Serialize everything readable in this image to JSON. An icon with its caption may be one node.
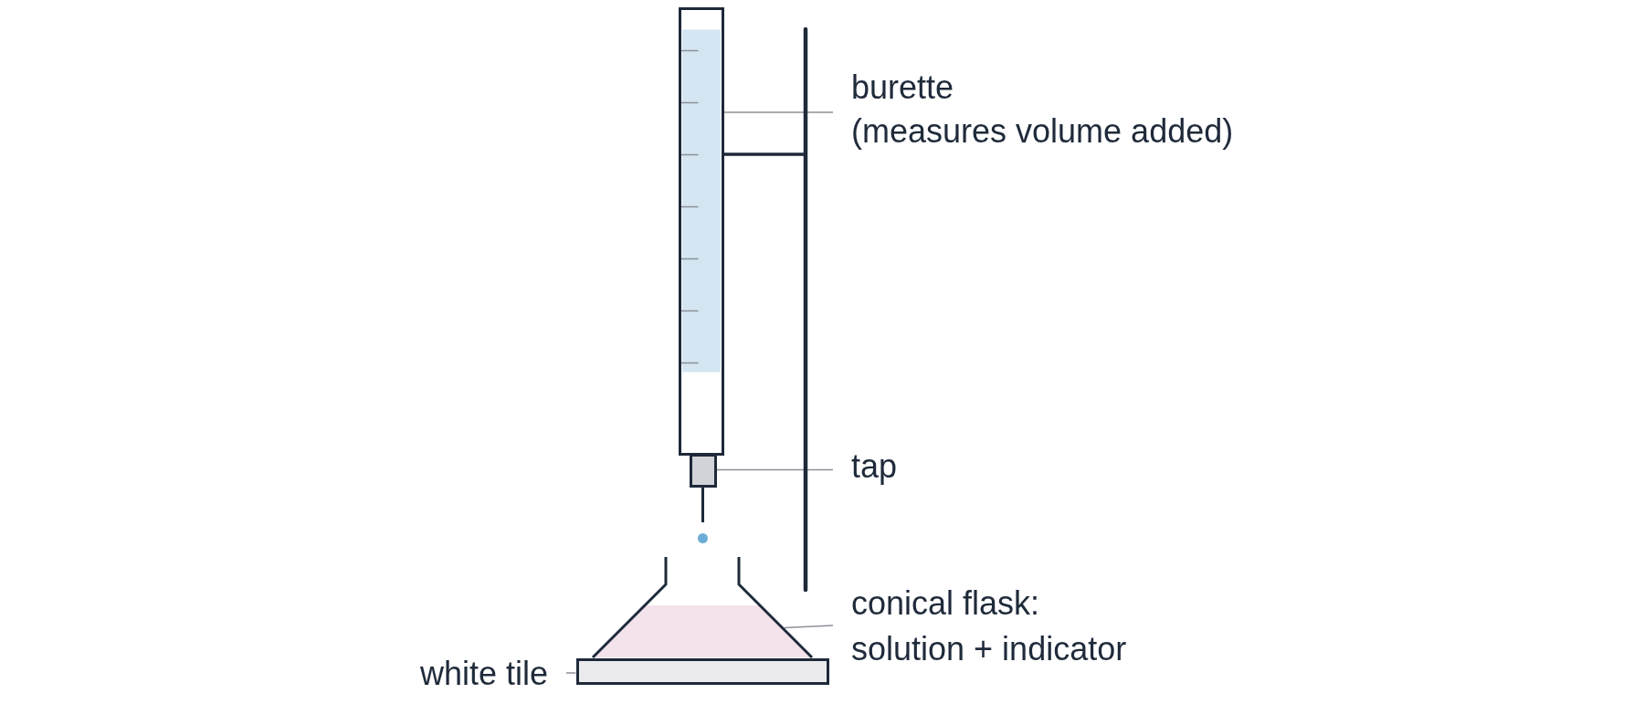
{
  "diagram": {
    "nodes": [
      {
        "text": [],
        "shape": "box"
      },
      {
        "text": [
          "burette",
          "(measures volume added)"
        ]
      },
      {
        "text": [],
        "shape": "box"
      },
      {
        "text": [
          "tap"
        ]
      },
      {
        "text": [],
        "shape": "picture"
      },
      {
        "text": [
          "conical flask:",
          "solution + indicator"
        ]
      },
      {
        "text": [],
        "shape": "bar"
      },
      {
        "text": [
          "white tile"
        ]
      }
    ],
    "edges": [
      {
        "from": 1,
        "to": 0,
        "arrow": "none"
      },
      {
        "from": 3,
        "to": 2,
        "arrow": "none"
      },
      {
        "from": 5,
        "to": 4,
        "arrow": "none"
      },
      {
        "from": 7,
        "to": 6,
        "arrow": "none"
      }
    ]
  }
}
